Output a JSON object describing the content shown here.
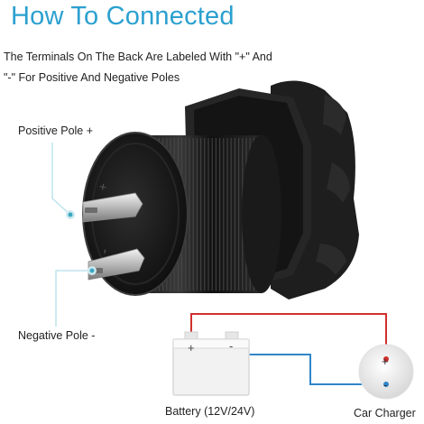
{
  "title": "How To Connected",
  "intro": {
    "line1": "The Terminals On The Back Are Labeled With \"+\" And",
    "line2": "\"-\" For Positive And Negative Poles"
  },
  "labels": {
    "positive_pole": "Positive Pole +",
    "negative_pole": "Negative Pole -",
    "battery": "Battery (12V/24V)",
    "car_charger": "Car Charger"
  },
  "symbols": {
    "battery_plus": "+",
    "battery_minus": "-",
    "charger_plus": "+",
    "charger_minus": "-"
  },
  "colors": {
    "title": "#2ba0cf",
    "positive_wire": "#d0312d",
    "negative_wire": "#2f86c8",
    "pointer_line": "#bfe3ee"
  }
}
